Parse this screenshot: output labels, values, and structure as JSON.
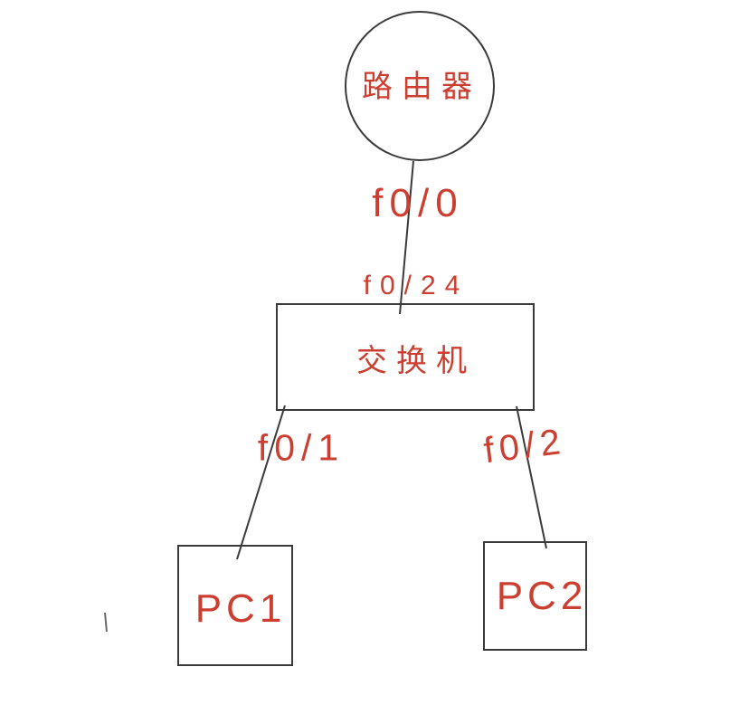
{
  "diagram": {
    "kind": "network-topology",
    "colors": {
      "label_text": "#cc3e30",
      "line": "#3a3a3a",
      "background": "#ffffff"
    },
    "nodes": {
      "router": {
        "label": "路由器",
        "shape": "circle"
      },
      "switch": {
        "label": "交换机",
        "shape": "rectangle"
      },
      "pc1": {
        "label": "PC1",
        "shape": "rectangle"
      },
      "pc2": {
        "label": "PC2",
        "shape": "rectangle"
      }
    },
    "links": [
      {
        "from": "router",
        "to": "switch",
        "from_port": "f0/0",
        "to_port": "f0/24"
      },
      {
        "from": "switch",
        "to": "pc1",
        "from_port": "f0/1"
      },
      {
        "from": "switch",
        "to": "pc2",
        "from_port": "f0/2"
      }
    ]
  }
}
